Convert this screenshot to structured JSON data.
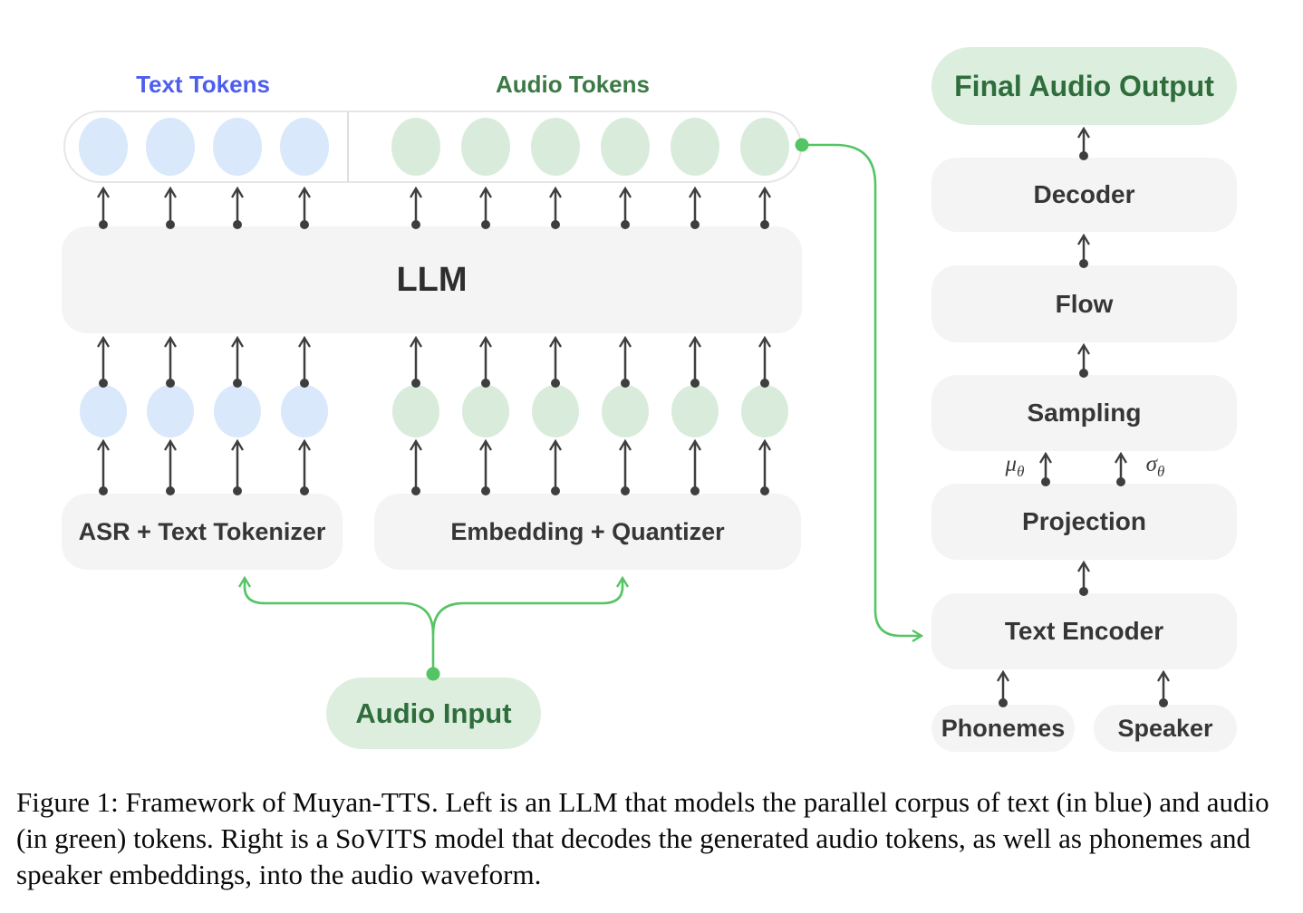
{
  "figure_caption": "Figure 1: Framework of Muyan-TTS. Left is an LLM that models the parallel corpus of text (in blue) and audio (in green) tokens. Right is a SoVITS model that decodes the generated audio tokens, as well as phonemes and speaker embeddings, into the audio waveform.",
  "llm_section": {
    "text_tokens_label": "Text Tokens",
    "audio_tokens_label": "Audio Tokens",
    "text_tokens": {
      "count": 4,
      "color": "#d9e8fb",
      "name": "text-token-circle"
    },
    "audio_tokens": {
      "count": 6,
      "color": "#d9ecdc",
      "name": "audio-token-circle"
    },
    "llm_label": "LLM",
    "asr_box_label": "ASR + Text Tokenizer",
    "embedding_box_label": "Embedding + Quantizer",
    "audio_input_label": "Audio Input"
  },
  "sovits_section": {
    "final_output_label": "Final Audio Output",
    "blocks": [
      "Decoder",
      "Flow",
      "Sampling",
      "Projection",
      "Text Encoder"
    ],
    "mu_label": "μ",
    "sigma_label": "σ",
    "theta_subscript": "θ",
    "inputs": [
      "Phonemes",
      "Speaker"
    ]
  },
  "colors": {
    "text_tokens_label": "#4d5eee",
    "audio_tokens_label": "#3b7a45",
    "text_token_fill": "#d9e8fb",
    "audio_token_fill": "#d9ecdc",
    "gray_box_fill": "#f4f4f5",
    "green_pill_fill": "#ddeede",
    "dark_green_text": "#2f6e3c",
    "arrow_dark": "#3e3e3e",
    "arrow_green": "#54c464"
  }
}
